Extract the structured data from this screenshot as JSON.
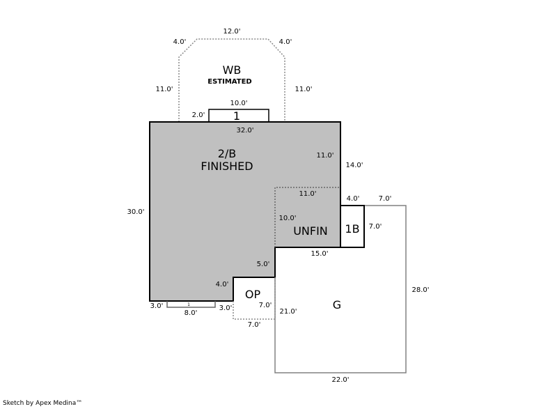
{
  "areas": {
    "wb": {
      "label": "WB",
      "sublabel": "ESTIMATED"
    },
    "small_top": {
      "label": "1"
    },
    "main": {
      "label": "2/B",
      "sublabel": "FINISHED"
    },
    "unfin": {
      "label": "UNFIN"
    },
    "bath": {
      "label": "1B"
    },
    "porch": {
      "label": "OP"
    },
    "garage": {
      "label": "G"
    },
    "small_bottom": {
      "label": "1"
    }
  },
  "dimensions": {
    "wb_top": "12.0'",
    "wb_chamfer_left": "4.0'",
    "wb_chamfer_right": "4.0'",
    "wb_left": "11.0'",
    "wb_right": "11.0'",
    "small_top_width": "10.0'",
    "small_top_height": "2.0'",
    "main_top": "32.0'",
    "main_right_upper": "11.0'",
    "main_right_outer": "14.0'",
    "main_left": "30.0'",
    "unfin_top": "11.0'",
    "unfin_left": "10.0'",
    "bath_top": "4.0'",
    "bath_right": "7.0'",
    "garage_top": "7.0'",
    "unfin_bottom": "15.0'",
    "step": "5.0'",
    "porch_top": "4.0'",
    "porch_right": "7.0'",
    "porch_bottom": "7.0'",
    "garage_left": "21.0'",
    "garage_right": "28.0'",
    "garage_bottom": "22.0'",
    "bottom_left": "3.0'",
    "bottom_mid": "8.0'",
    "bottom_right": "3.0'"
  },
  "colors": {
    "finished_fill": "#c0c0c0",
    "garage_line": "#808080"
  },
  "footer": "Sketch by Apex Medina™"
}
